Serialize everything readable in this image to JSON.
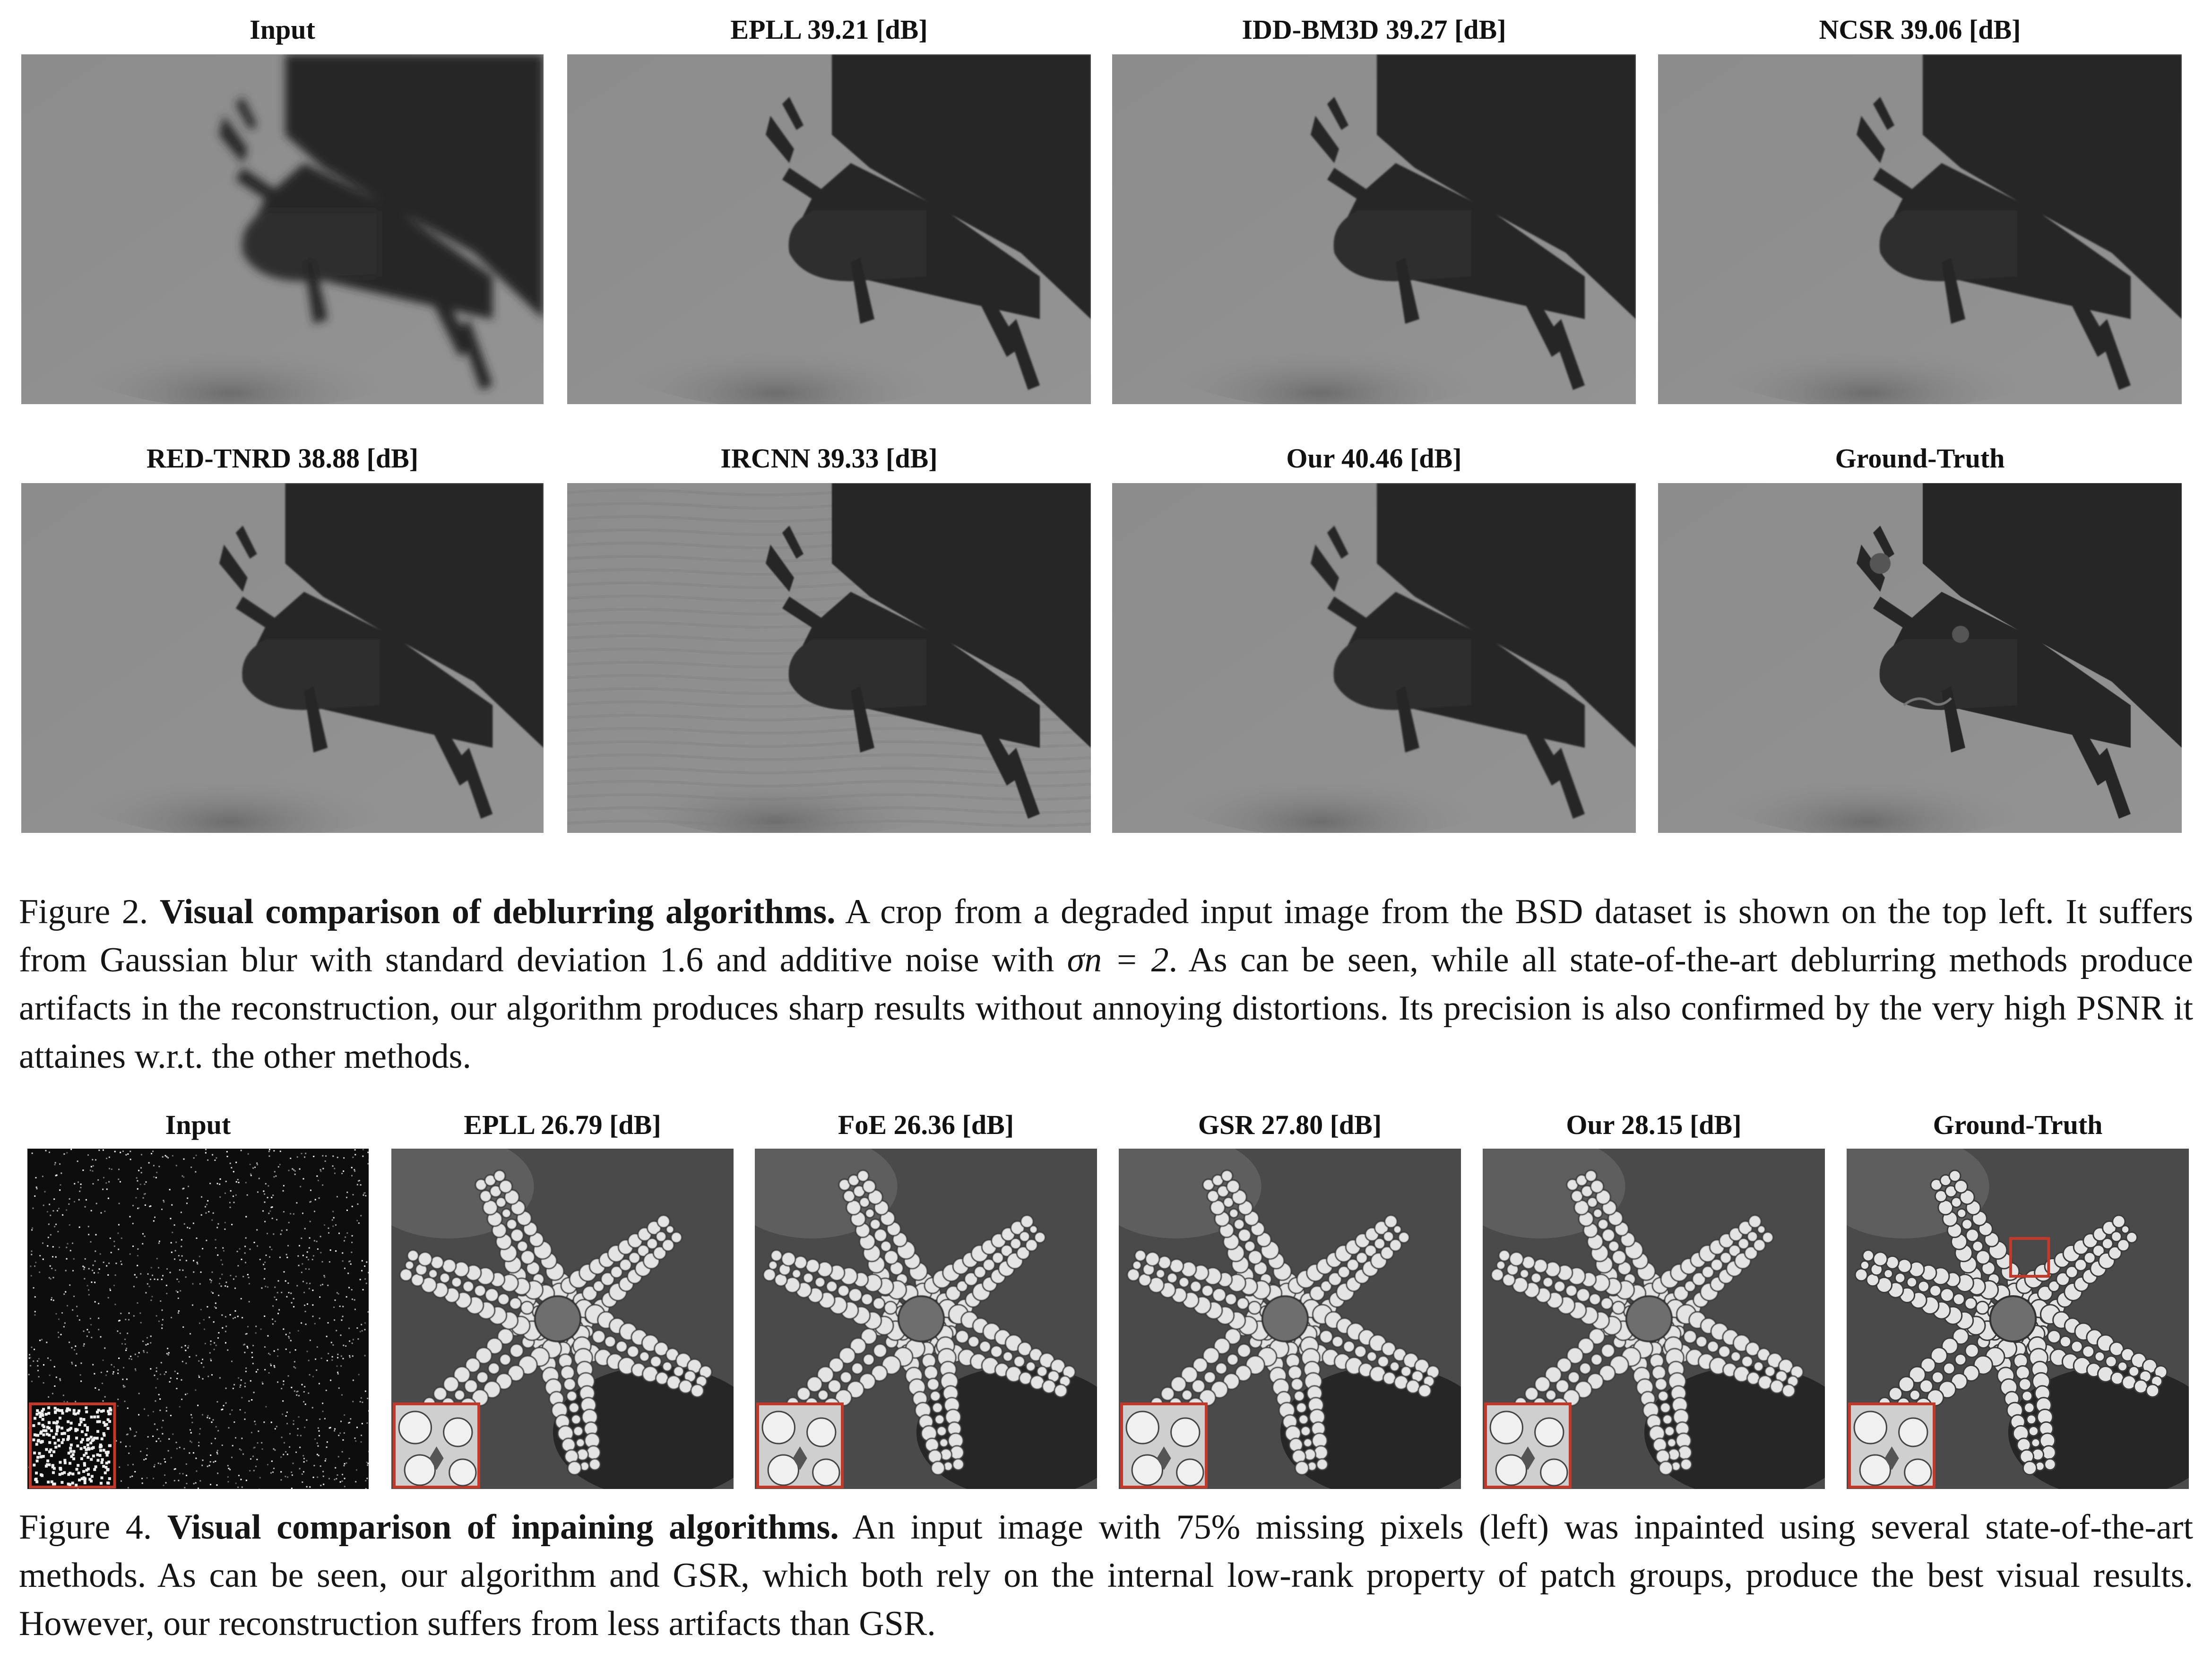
{
  "figure2": {
    "panels": [
      {
        "label": "Input",
        "variant": "blur"
      },
      {
        "label": "EPLL  39.21 [dB]",
        "variant": "recon"
      },
      {
        "label": "IDD-BM3D  39.27 [dB]",
        "variant": "recon"
      },
      {
        "label": "NCSR  39.06 [dB]",
        "variant": "recon"
      },
      {
        "label": "RED-TNRD  38.88 [dB]",
        "variant": "recon"
      },
      {
        "label": "IRCNN  39.33 [dB]",
        "variant": "ripple"
      },
      {
        "label": "Our  40.46 [dB]",
        "variant": "recon"
      },
      {
        "label": "Ground-Truth",
        "variant": "sharp"
      }
    ],
    "caption": {
      "prefix": "Figure 2. ",
      "title": "Visual comparison of deblurring algorithms.",
      "text_before_math": " A crop from a degraded input image from the BSD dataset is shown on the top left. It suffers from Gaussian blur with standard deviation 1.6 and additive noise with ",
      "math": "σn = 2",
      "text_after_math": ". As can be seen, while all state-of-the-art deblurring methods produce artifacts in the reconstruction, our algorithm produces sharp results without annoying distortions. Its precision is also confirmed by the very high PSNR it attaines w.r.t. the other methods."
    }
  },
  "figure4": {
    "panels": [
      {
        "label": "Input",
        "variant": "noise"
      },
      {
        "label": "EPLL  26.79 [dB]",
        "variant": "recon"
      },
      {
        "label": "FoE  26.36 [dB]",
        "variant": "recon"
      },
      {
        "label": "GSR  27.80 [dB]",
        "variant": "recon"
      },
      {
        "label": "Our  28.15 [dB]",
        "variant": "recon"
      },
      {
        "label": "Ground-Truth",
        "variant": "sharp"
      }
    ],
    "caption": {
      "prefix": "Figure 4. ",
      "title": "Visual comparison of inpaining algorithms.",
      "text": " An input image with 75% missing pixels (left) was inpainted using several state-of-the-art methods. As can be seen, our algorithm and GSR, which both rely on the internal low-rank property of patch groups, produce the best visual results. However, our reconstruction suffers from less artifacts than GSR."
    }
  },
  "colors": {
    "inset_border": "#c0392b",
    "sky": "#8f8f8f",
    "aircraft": "#262626"
  }
}
